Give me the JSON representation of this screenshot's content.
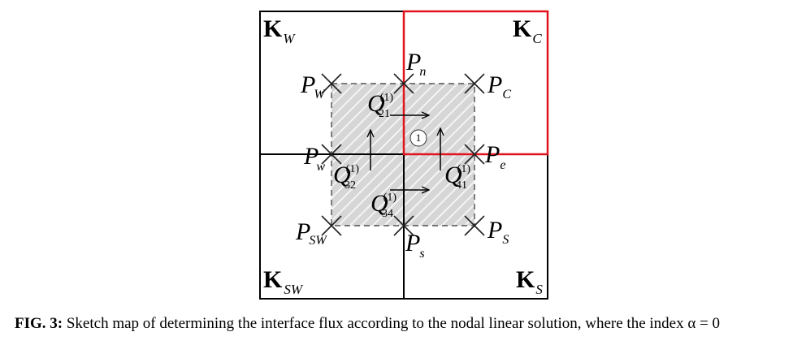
{
  "cells": {
    "nw": {
      "main": "K",
      "sub": "W"
    },
    "ne": {
      "main": "K",
      "sub": "C"
    },
    "sw": {
      "main": "K",
      "sub": "SW"
    },
    "se": {
      "main": "K",
      "sub": "S"
    }
  },
  "points": {
    "PW": {
      "main": "P",
      "sub": "W"
    },
    "Pn": {
      "main": "P",
      "sub": "n"
    },
    "PC": {
      "main": "P",
      "sub": "C"
    },
    "Pw": {
      "main": "P",
      "sub": "w"
    },
    "Pe": {
      "main": "P",
      "sub": "e"
    },
    "PSW": {
      "main": "P",
      "sub": "SW"
    },
    "Ps": {
      "main": "P",
      "sub": "s"
    },
    "PS": {
      "main": "P",
      "sub": "S"
    }
  },
  "fluxes": {
    "Q21": {
      "main": "Q",
      "sub": "21",
      "sup": "(1)"
    },
    "Q32": {
      "main": "Q",
      "sub": "32",
      "sup": "(1)"
    },
    "Q41": {
      "main": "Q",
      "sub": "41",
      "sup": "(1)"
    },
    "Q34": {
      "main": "Q",
      "sub": "34",
      "sup": "(1)"
    }
  },
  "control_volume_label": "1",
  "colors": {
    "highlight_cell": "#e0141e",
    "grid": "#000000",
    "hatch_fill": "#d9d9d9"
  },
  "caption": {
    "lead": "FIG. 3:",
    "text": " Sketch map of determining the interface flux according to the nodal linear solution, where the index α = 0"
  }
}
